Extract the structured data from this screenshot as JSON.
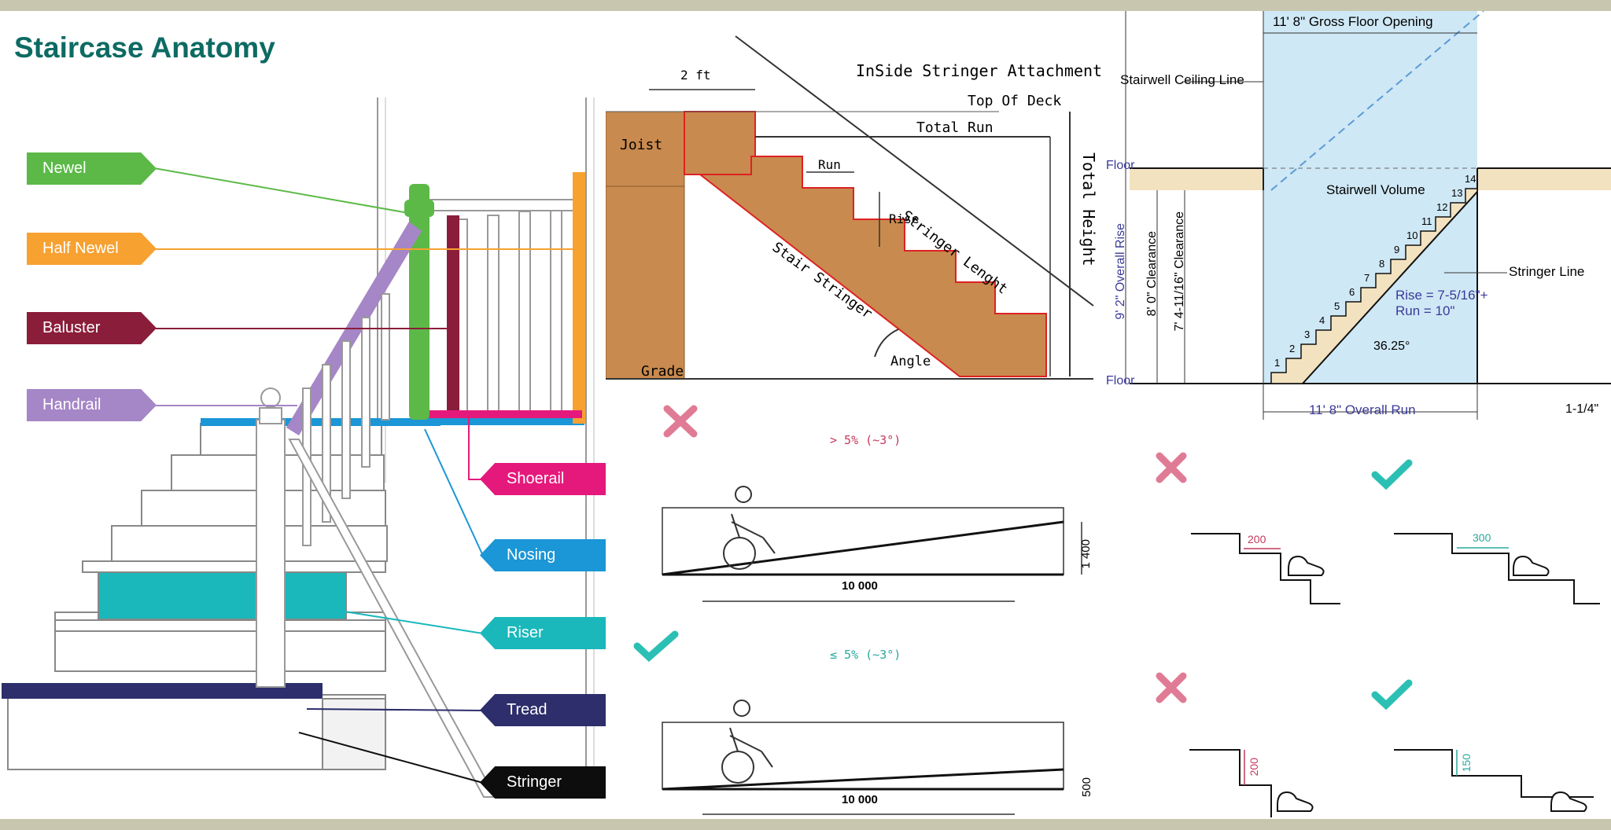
{
  "anatomy": {
    "title": "Staircase Anatomy",
    "labels": {
      "newel": "Newel",
      "half_newel": "Half Newel",
      "baluster": "Baluster",
      "handrail": "Handrail",
      "shoerail": "Shoerail",
      "nosing": "Nosing",
      "riser": "Riser",
      "tread": "Tread",
      "stringer": "Stringer"
    },
    "colors": {
      "newel": "#5cb947",
      "half_newel": "#f7a131",
      "baluster": "#8a1d3a",
      "handrail": "#a586c6",
      "shoerail": "#e5197c",
      "nosing": "#1b96d6",
      "riser": "#1ab8bb",
      "tread": "#2d2e6b",
      "stringer": "#0d0d0d",
      "title": "#0d6b63"
    }
  },
  "stringer_diagram": {
    "title": "InSide Stringer Attachment",
    "two_ft": "2 ft",
    "top_of_deck": "Top Of Deck",
    "joist": "Joist",
    "total_run": "Total Run",
    "run": "Run",
    "rise": "Rise",
    "stringer_length": "Stringer Lenght",
    "stair_stringer": "Stair Stringer",
    "total_height": "Total Height",
    "grade": "Grade",
    "angle": "Angle"
  },
  "ramps": {
    "top_slope": "> 5% (~3°)",
    "top_height": "1 400",
    "top_length": "10 000",
    "bottom_slope": "≤ 5% (~3°)",
    "bottom_height": "500",
    "bottom_length": "10 000"
  },
  "stairwell": {
    "gross_floor_opening": "11' 8\" Gross Floor Opening",
    "ceiling_line": "Stairwell Ceiling Line",
    "floor_top": "Floor",
    "floor_bottom": "Floor",
    "volume": "Stairwell Volume",
    "overall_rise": "9' 2\" Overall Rise",
    "clearance_8": "8' 0\" Clearance",
    "clearance_7": "7' 4-11/16\" Clearance",
    "stringer_line": "Stringer Line",
    "rise_eq": "Rise = 7-5/16\"+",
    "run_eq": "Run = 10\"",
    "angle": "36.25°",
    "overall_run": "11' 8\" Overall Run",
    "edge": "1-1/4\"",
    "step_numbers": [
      "1",
      "2",
      "3",
      "4",
      "5",
      "6",
      "7",
      "8",
      "9",
      "10",
      "11",
      "12",
      "13",
      "14"
    ]
  },
  "step_rules": {
    "wrong_tread": "200",
    "right_tread": "300",
    "wrong_riser": "200",
    "right_riser": "150"
  }
}
